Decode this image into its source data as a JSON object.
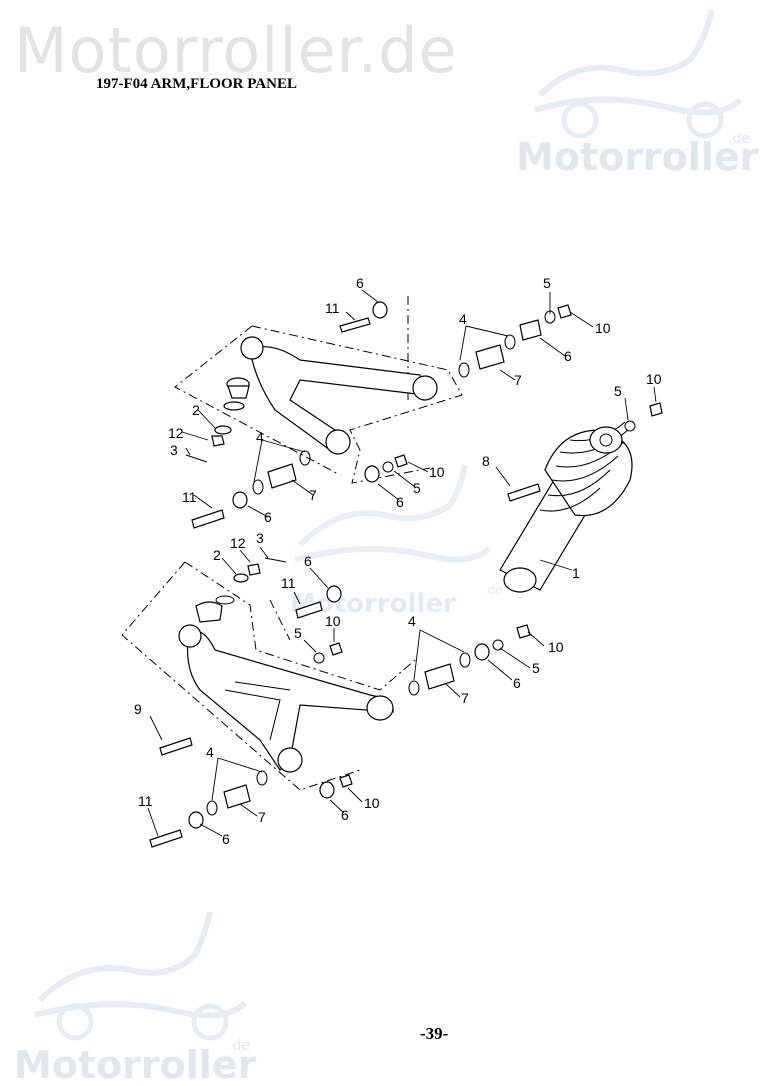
{
  "watermark": {
    "top_text": "Motorroller.de",
    "logo_text": "Motorroller",
    "logo_suffix": ".de"
  },
  "header": {
    "title": "197-F04 ARM,FLOOR PANEL"
  },
  "callouts": {
    "n1": "1",
    "n2": "2",
    "n3": "3",
    "n4": "4",
    "n5": "5",
    "n6": "6",
    "n7": "7",
    "n8": "8",
    "n9": "9",
    "n10": "10",
    "n11": "11",
    "n12": "12"
  },
  "footer": {
    "page_number": "-39-"
  }
}
